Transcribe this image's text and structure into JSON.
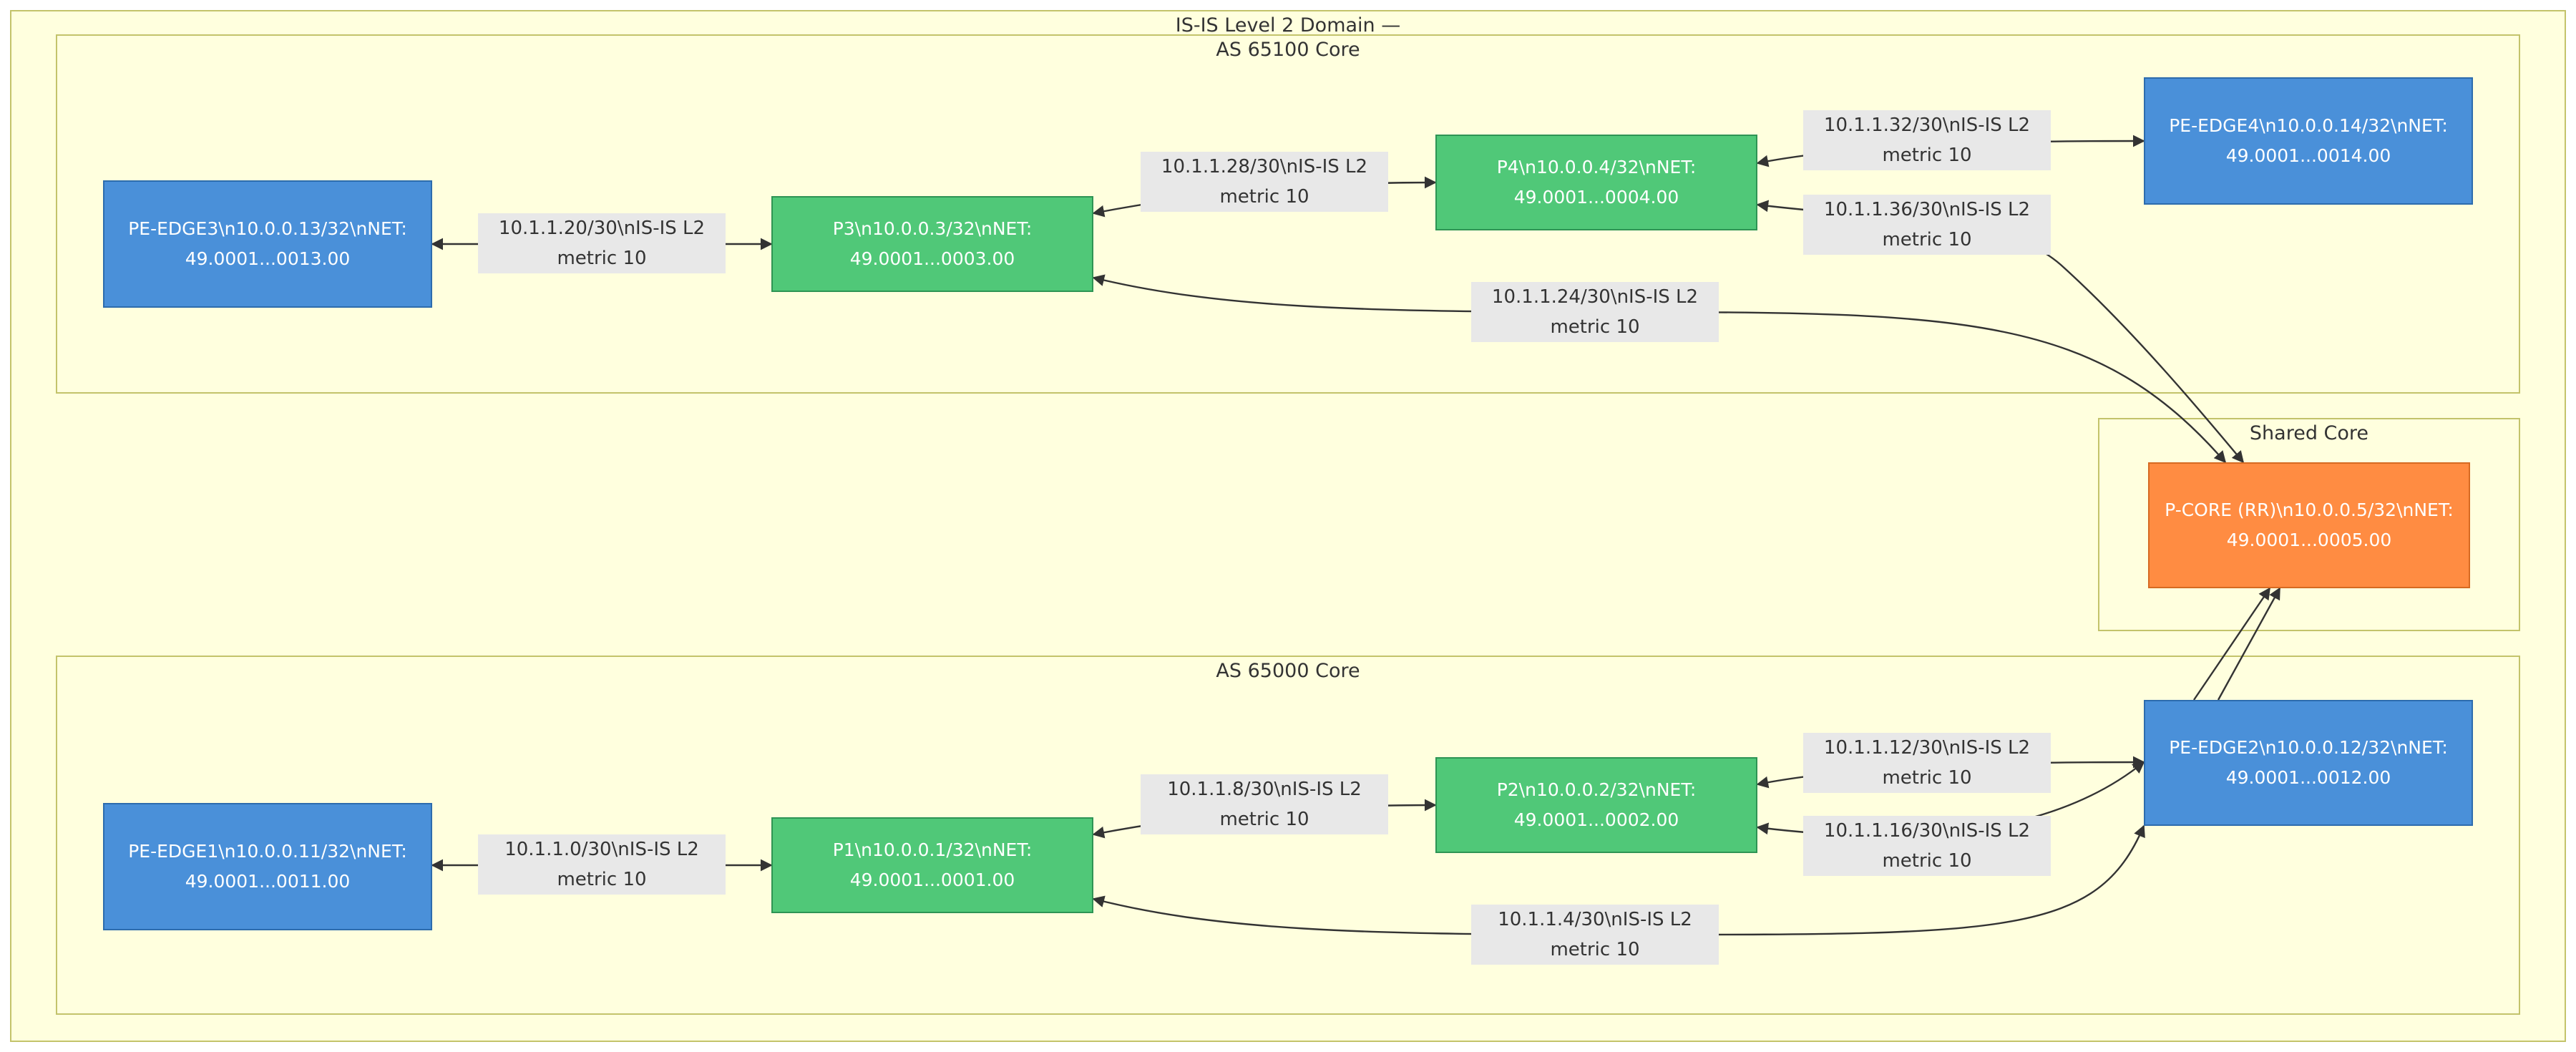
{
  "diagram": {
    "domain_title": "IS-IS Level 2 Domain —",
    "clusters": {
      "as65100": {
        "title": "AS 65100 Core"
      },
      "shared": {
        "title": "Shared Core"
      },
      "as65000": {
        "title": "AS 65000 Core"
      }
    },
    "nodes": {
      "pe_edge3": {
        "label": "PE-EDGE3\\n10.0.0.13/32\\nNET: 49.0001...0013.00",
        "kind": "pe"
      },
      "p3": {
        "label": "P3\\n10.0.0.3/32\\nNET: 49.0001...0003.00",
        "kind": "p"
      },
      "p4": {
        "label": "P4\\n10.0.0.4/32\\nNET: 49.0001...0004.00",
        "kind": "p"
      },
      "pe_edge4": {
        "label": "PE-EDGE4\\n10.0.0.14/32\\nNET: 49.0001...0014.00",
        "kind": "pe"
      },
      "p_core": {
        "label": "P-CORE (RR)\\n10.0.0.5/32\\nNET: 49.0001...0005.00",
        "kind": "core"
      },
      "pe_edge1": {
        "label": "PE-EDGE1\\n10.0.0.11/32\\nNET: 49.0001...0011.00",
        "kind": "pe"
      },
      "p1": {
        "label": "P1\\n10.0.0.1/32\\nNET: 49.0001...0001.00",
        "kind": "p"
      },
      "p2": {
        "label": "P2\\n10.0.0.2/32\\nNET: 49.0001...0002.00",
        "kind": "p"
      },
      "pe_edge2": {
        "label": "PE-EDGE2\\n10.0.0.12/32\\nNET: 49.0001...0012.00",
        "kind": "pe"
      }
    },
    "edges": [
      {
        "from": "pe_edge3",
        "to": "p3",
        "label": "10.1.1.20/30\\nIS-IS L2 metric 10",
        "arrows": "both"
      },
      {
        "from": "p3",
        "to": "p4",
        "label": "10.1.1.28/30\\nIS-IS L2 metric 10",
        "arrows": "both"
      },
      {
        "from": "p4",
        "to": "pe_edge4",
        "label": "10.1.1.32/30\\nIS-IS L2 metric 10",
        "arrows": "both"
      },
      {
        "from": "p4",
        "to": "p_core",
        "label": "10.1.1.36/30\\nIS-IS L2 metric 10",
        "arrows": "both"
      },
      {
        "from": "p3",
        "to": "p_core",
        "label": "10.1.1.24/30\\nIS-IS L2 metric 10",
        "arrows": "both"
      },
      {
        "from": "pe_edge1",
        "to": "p1",
        "label": "10.1.1.0/30\\nIS-IS L2 metric 10",
        "arrows": "both"
      },
      {
        "from": "p1",
        "to": "p2",
        "label": "10.1.1.8/30\\nIS-IS L2 metric 10",
        "arrows": "both"
      },
      {
        "from": "p2",
        "to": "pe_edge2",
        "label": "10.1.1.12/30\\nIS-IS L2 metric 10",
        "arrows": "both"
      },
      {
        "from": "p2",
        "to": "pe_edge2",
        "label": "10.1.1.16/30\\nIS-IS L2 metric 10",
        "arrows": "both"
      },
      {
        "from": "p1",
        "to": "pe_edge2",
        "label": "10.1.1.4/30\\nIS-IS L2 metric 10",
        "arrows": "both"
      },
      {
        "from": "pe_edge2",
        "to": "p_core",
        "label": "",
        "arrows": "end"
      },
      {
        "from": "pe_edge2",
        "to": "p_core",
        "label": "",
        "arrows": "end"
      }
    ],
    "colors": {
      "pe": "#4a90d9",
      "p": "#50c878",
      "core": "#ff8c42",
      "cluster_fill": "#ffffde",
      "cluster_border": "#c3c36b",
      "edge": "#333333",
      "edge_label_bg": "#e8e8e8"
    }
  }
}
